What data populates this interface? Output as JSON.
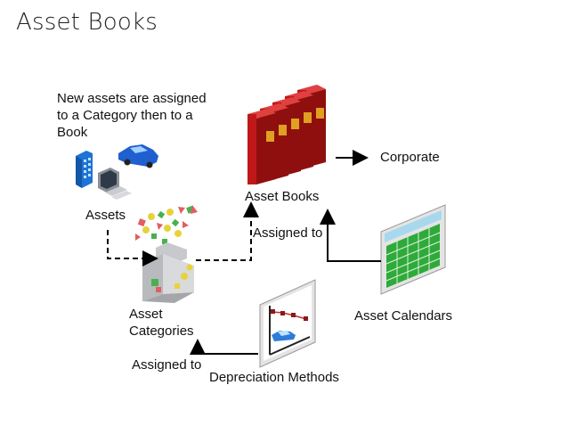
{
  "title": "Asset Books",
  "intro_text": {
    "line1": "New assets are assigned",
    "line2": "to a Category then to a",
    "line3": "Book"
  },
  "labels": {
    "assets": "Assets",
    "asset_categories_line1": "Asset",
    "asset_categories_line2": "Categories",
    "asset_books": "Asset Books",
    "corporate": "Corporate",
    "assigned_to_books": "Assigned to",
    "asset_calendars": "Asset Calendars",
    "assigned_to_categories": "Assigned to",
    "depreciation_methods": "Depreciation Methods"
  },
  "icons": {
    "assets": "building-computer-car-icon",
    "categories": "category-sorter-icon",
    "books": "books-stack-icon",
    "calendar": "calendar-icon",
    "depreciation": "depreciation-chart-icon"
  },
  "colors": {
    "book_red": "#c01818",
    "book_gold": "#e0a020",
    "calendar_green": "#2faa3a",
    "calendar_header": "#a8d8ee",
    "car_blue": "#1f5fcf"
  }
}
